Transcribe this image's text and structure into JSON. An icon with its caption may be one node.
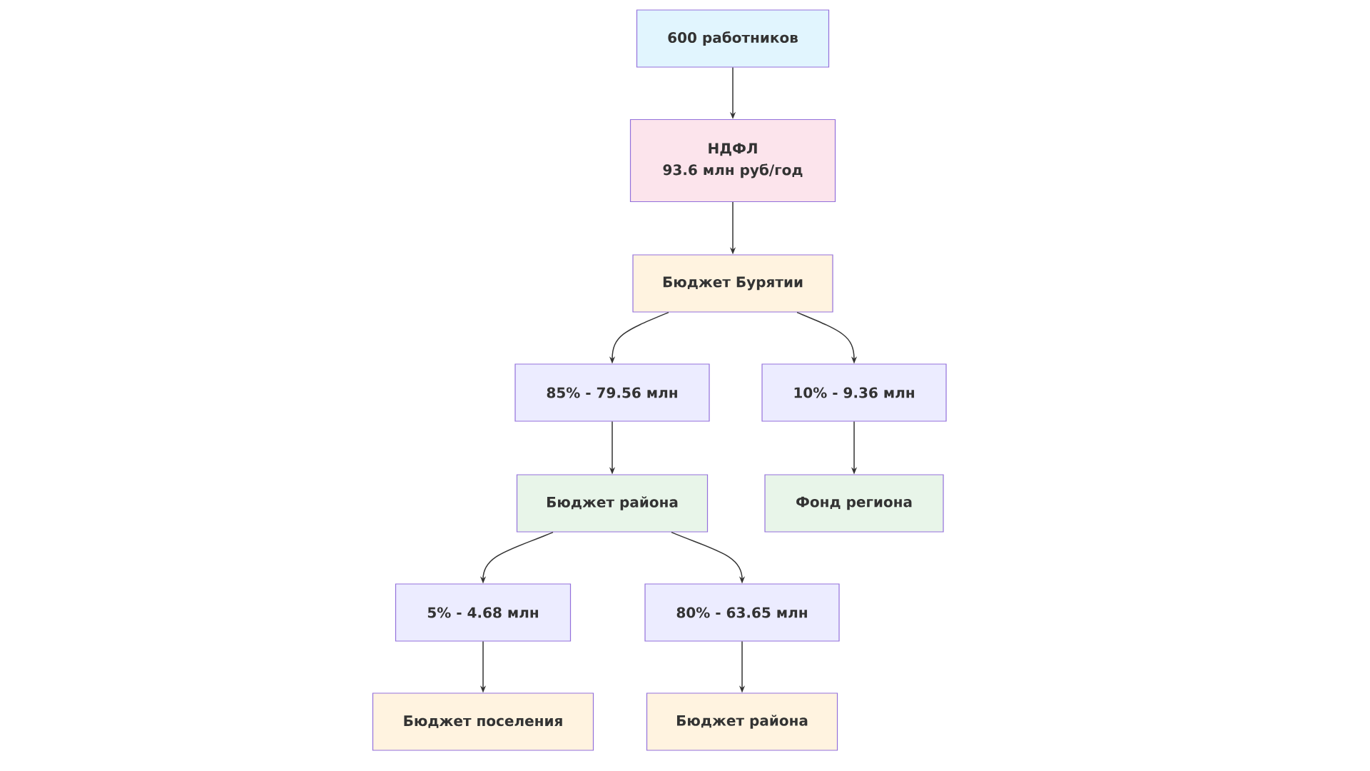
{
  "diagram": {
    "nodes": [
      {
        "text": [
          "600 работников"
        ]
      },
      {
        "text": [
          "НДФЛ",
          "93.6 млн руб/год"
        ]
      },
      {
        "text": [
          "Бюджет Бурятии"
        ]
      },
      {
        "text": [
          "85% - 79.56 млн"
        ]
      },
      {
        "text": [
          "10% - 9.36 млн"
        ]
      },
      {
        "text": [
          "Бюджет района"
        ]
      },
      {
        "text": [
          "Фонд региона"
        ]
      },
      {
        "text": [
          "5% - 4.68 млн"
        ]
      },
      {
        "text": [
          "80% - 63.65 млн"
        ]
      },
      {
        "text": [
          "Бюджет поселения"
        ]
      },
      {
        "text": [
          "Бюджет района"
        ]
      }
    ],
    "edges": [
      {
        "from": 0,
        "to": 1,
        "arrow": "to"
      },
      {
        "from": 1,
        "to": 2,
        "arrow": "to"
      },
      {
        "from": 2,
        "to": 3,
        "arrow": "to"
      },
      {
        "from": 2,
        "to": 4,
        "arrow": "to"
      },
      {
        "from": 3,
        "to": 5,
        "arrow": "to"
      },
      {
        "from": 4,
        "to": 6,
        "arrow": "to"
      },
      {
        "from": 5,
        "to": 7,
        "arrow": "to"
      },
      {
        "from": 5,
        "to": 8,
        "arrow": "to"
      },
      {
        "from": 7,
        "to": 9,
        "arrow": "to"
      },
      {
        "from": 8,
        "to": 10,
        "arrow": "to"
      }
    ]
  }
}
